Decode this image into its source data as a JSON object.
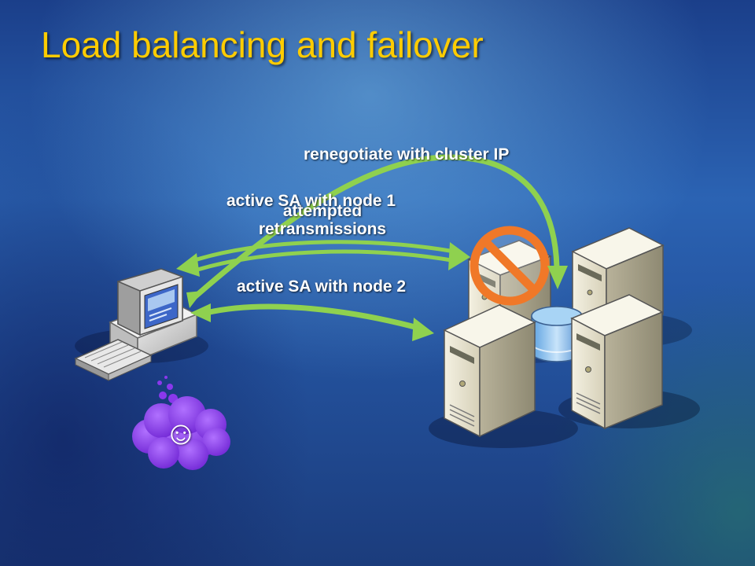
{
  "slide": {
    "title": "Load balancing and failover"
  },
  "labels": {
    "renegotiate": "renegotiate with cluster IP",
    "active_sa_node1": "active SA with node 1",
    "attempted_retransmissions": "attempted retransmissions",
    "active_sa_node2": "active SA with node 2"
  },
  "thought_bubble": {
    "glyph": "☺",
    "icon": "smiley-icon"
  },
  "icons": [
    "client-computer-icon",
    "server-icon",
    "database-icon",
    "no-entry-icon",
    "thought-cloud-icon"
  ],
  "colors": {
    "title": "#ffcc00",
    "arrow": "#8fd14f",
    "no_entry": "#f07828",
    "cloud": "#7a2bd8"
  }
}
